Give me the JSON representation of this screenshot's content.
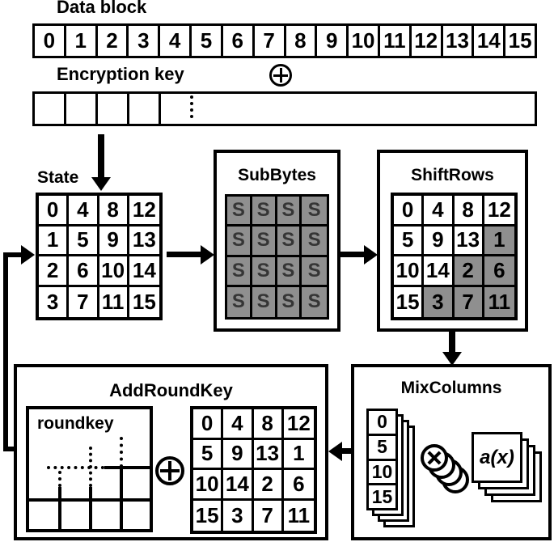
{
  "data_block": {
    "label": "Data block",
    "cells": [
      "0",
      "1",
      "2",
      "3",
      "4",
      "5",
      "6",
      "7",
      "8",
      "9",
      "10",
      "11",
      "12",
      "13",
      "14",
      "15"
    ]
  },
  "encryption_key": {
    "label": "Encryption key",
    "xor_icon": "circle-plus"
  },
  "state": {
    "label": "State",
    "rows": [
      [
        "0",
        "4",
        "8",
        "12"
      ],
      [
        "1",
        "5",
        "9",
        "13"
      ],
      [
        "2",
        "6",
        "10",
        "14"
      ],
      [
        "3",
        "7",
        "11",
        "15"
      ]
    ]
  },
  "sub_bytes": {
    "title": "SubBytes",
    "cell_label": "S"
  },
  "shift_rows": {
    "title": "ShiftRows",
    "rows": [
      [
        "0",
        "4",
        "8",
        "12"
      ],
      [
        "5",
        "9",
        "13",
        "1"
      ],
      [
        "10",
        "14",
        "2",
        "6"
      ],
      [
        "15",
        "3",
        "7",
        "11"
      ]
    ],
    "shaded_cells": [
      [
        1,
        3
      ],
      [
        2,
        2
      ],
      [
        2,
        3
      ],
      [
        3,
        1
      ],
      [
        3,
        2
      ],
      [
        3,
        3
      ]
    ]
  },
  "mix_columns": {
    "title": "MixColumns",
    "column_cells": [
      "0",
      "5",
      "10",
      "15"
    ],
    "multiply_icon": "circle-times-stack",
    "polynomial": "a(x)"
  },
  "add_round_key": {
    "title": "AddRoundKey",
    "roundkey_label": "roundkey",
    "xor_icon": "circle-plus",
    "rows": [
      [
        "0",
        "4",
        "8",
        "12"
      ],
      [
        "5",
        "9",
        "13",
        "1"
      ],
      [
        "10",
        "14",
        "2",
        "6"
      ],
      [
        "15",
        "3",
        "7",
        "11"
      ]
    ]
  },
  "colors": {
    "shaded_cell": "#8f8f8f",
    "line": "#000000",
    "background": "#ffffff"
  }
}
